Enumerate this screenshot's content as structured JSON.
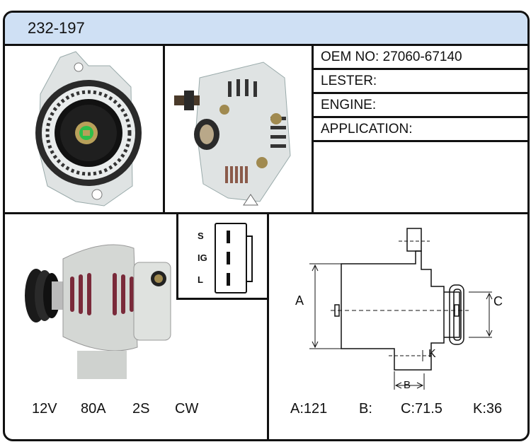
{
  "part_number": "232-197",
  "info": {
    "oem": {
      "label": "OEM NO:",
      "value": "27060-67140"
    },
    "lester": {
      "label": "LESTER:",
      "value": ""
    },
    "engine": {
      "label": "ENGINE:",
      "value": ""
    },
    "application": {
      "label": "APPLICATION:",
      "value": ""
    }
  },
  "connector": {
    "pins": [
      "S",
      "IG",
      "L"
    ]
  },
  "specs": {
    "voltage": "12V",
    "amperage": "80A",
    "grooves": "2S",
    "rotation": "CW"
  },
  "dimensions": {
    "labels": {
      "a": "A",
      "b": "B",
      "c": "C",
      "k": "K"
    },
    "values": {
      "a": "A:121",
      "b": "B:",
      "c": "C:71.5",
      "k": "K:36"
    }
  },
  "images": [
    "alternator-front-photo",
    "alternator-rear-photo",
    "alternator-side-photo"
  ],
  "colors": {
    "header_bg": "#cfe0f4",
    "border": "#111111"
  }
}
